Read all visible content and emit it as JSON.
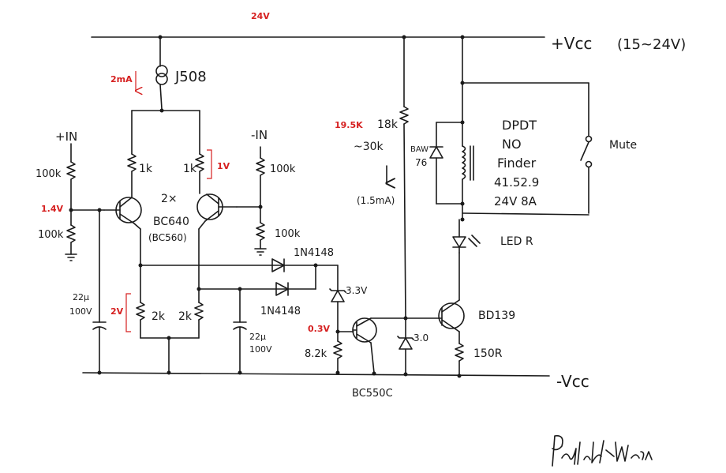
{
  "supply": {
    "top_voltage": "24V",
    "vcc_pos": "+Vcc",
    "vcc_range": "(15~24V)",
    "vcc_neg": "-Vcc"
  },
  "annotations": {
    "ccs_current": "2mA",
    "in_bias": "1.4V",
    "drop_1k": "1V",
    "drop_2k": "2V",
    "r_top_current": "19.5K",
    "base_voltage": "0.3V",
    "current_1_5": "(1.5mA)"
  },
  "components": {
    "ccs": "J508",
    "r_in_top": "100k",
    "r_in_bot": "100k",
    "r_c1": "1k",
    "r_c2": "1k",
    "transistors": "2×",
    "tr_type": "BC640",
    "tr_alt": "(BC560)",
    "r_minus_top": "100k",
    "r_minus_bot": "100k",
    "cap_left": "22µ",
    "cap_left_v": "100V",
    "r_e1": "2k",
    "r_e2": "2k",
    "cap_right": "22µ",
    "cap_right_v": "100V",
    "diode1": "1N4148",
    "diode2": "1N4148",
    "zener1": "3.3V",
    "r_base": "8.2k",
    "q_driver": "BC550C",
    "zener2": "3.0",
    "r_top": "18k",
    "r_top_alt": "~30k",
    "flyback": "BAW",
    "flyback2": "76",
    "relay_1": "DPDT",
    "relay_2": "NO",
    "relay_3": "Finder",
    "relay_4": "41.52.9",
    "relay_5": "24V 8A",
    "mute": "Mute",
    "led": "LED R",
    "q_output": "BD139",
    "r_emitter": "150R",
    "in_plus": "+IN",
    "in_minus": "-IN",
    "signature": "Patrick Kwan"
  }
}
